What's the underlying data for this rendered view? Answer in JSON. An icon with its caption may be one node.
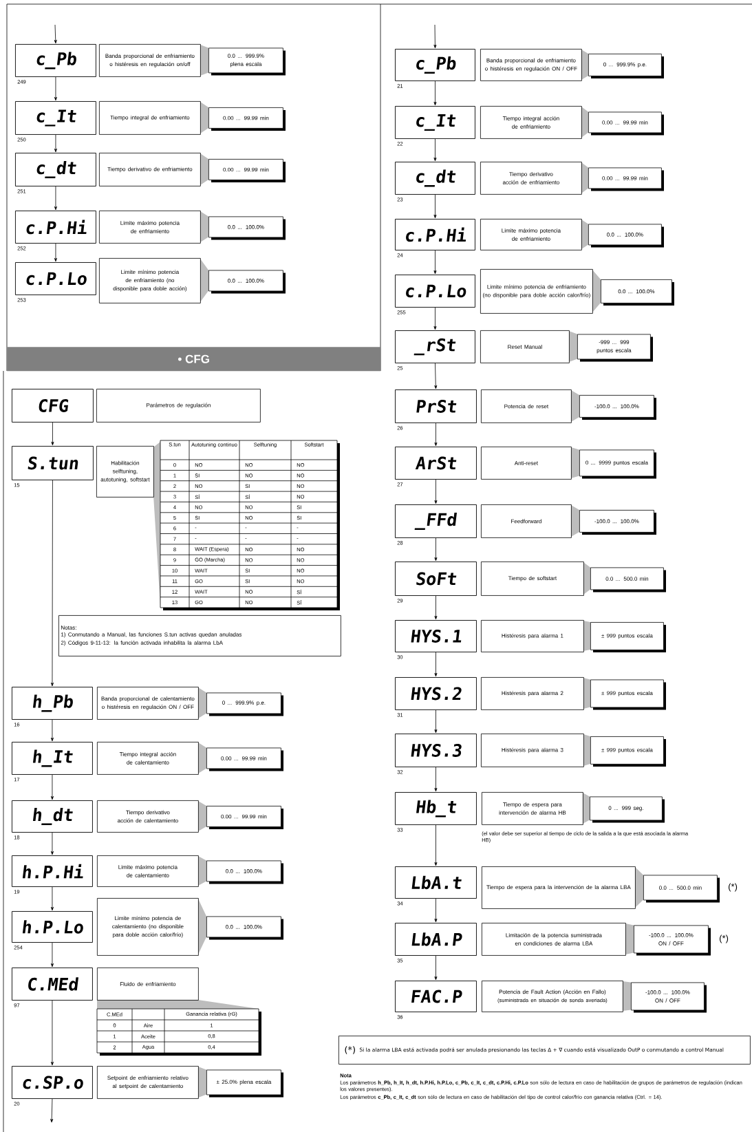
{
  "diagram": {
    "nodes": [
      {
        "text": [
          "c_Pb"
        ],
        "beside": [
          "249"
        ]
      },
      {
        "text": [
          "Banda proporcional de enfriamiento o histéresis en regulación on/off"
        ]
      },
      {
        "text": [
          "0.0 ... 999.9% plena escala"
        ]
      },
      {
        "text": [
          "c_It"
        ],
        "beside": [
          "250"
        ]
      },
      {
        "text": [
          "Tiempo integral de enfriamiento"
        ]
      },
      {
        "text": [
          "0.00 ... 99.99 min"
        ]
      },
      {
        "text": [
          "c_dt"
        ],
        "beside": [
          "251"
        ]
      },
      {
        "text": [
          "Tiempo derivativo de enfriamiento"
        ]
      },
      {
        "text": [
          "0.00 ... 99.99 min"
        ]
      },
      {
        "text": [
          "c.P.Hi"
        ],
        "beside": [
          "252"
        ]
      },
      {
        "text": [
          "Limite máximo potencia de enfriamiento"
        ]
      },
      {
        "text": [
          "0.0 ... 100.0%"
        ]
      },
      {
        "text": [
          "c.P.Lo"
        ],
        "beside": [
          "253"
        ]
      },
      {
        "text": [
          "Limite mínimo potencia de enfriamiento (no disponible para doble acción)"
        ]
      },
      {
        "text": [
          "0.0 ... 100.0%"
        ]
      },
      {
        "text": [
          "• CFG"
        ]
      },
      {
        "text": [
          "CFG"
        ]
      },
      {
        "text": [
          "Parámetros de regulación"
        ]
      },
      {
        "text": [
          "S.tun"
        ],
        "beside": [
          "15"
        ]
      },
      {
        "text": [
          "Habilitación selftuning, autotuning, softstart"
        ]
      },
      {
        "text": [
          "Notas:",
          "1) Conmutando a Manual, las funciones S.tun activas quedan anuladas",
          "2) Códigos 9-11-13: la función activada inhabilita la alarma LbA"
        ]
      },
      {
        "text": [
          "h_Pb"
        ],
        "beside": [
          "16"
        ]
      },
      {
        "text": [
          "Banda proporcional de calentamiento o histéresis en regulación ON / OFF"
        ]
      },
      {
        "text": [
          "0 ... 999.9% p.e."
        ]
      },
      {
        "text": [
          "h_It"
        ],
        "beside": [
          "17"
        ]
      },
      {
        "text": [
          "Tiempo integral acción de calentamiento"
        ]
      },
      {
        "text": [
          "0.00 ... 99.99 min"
        ]
      },
      {
        "text": [
          "h_dt"
        ],
        "beside": [
          "18"
        ]
      },
      {
        "text": [
          "Tiempo derivativo acción de calentamiento"
        ]
      },
      {
        "text": [
          "0.00 ... 99.99 min"
        ]
      },
      {
        "text": [
          "h.P.Hi"
        ],
        "beside": [
          "19"
        ]
      },
      {
        "text": [
          "Limite máximo potencia de calentamiento"
        ]
      },
      {
        "text": [
          "0.0 ... 100.0%"
        ]
      },
      {
        "text": [
          "h.P.Lo"
        ],
        "beside": [
          "254"
        ]
      },
      {
        "text": [
          "Limite mínimo potencia de calentamiento (no disponible para doble acción calor/frío)"
        ]
      },
      {
        "text": [
          "0.0 ... 100.0%"
        ]
      },
      {
        "text": [
          "C.MEd"
        ],
        "beside": [
          "97"
        ]
      },
      {
        "text": [
          "Fluido de enfriamiento"
        ]
      },
      {
        "text": [
          "c.SP.o"
        ],
        "beside": [
          "20"
        ]
      },
      {
        "text": [
          "Setpoint de enfriamiento relativo al setpoint de calentamiento"
        ]
      },
      {
        "text": [
          "± 25.0% plena escala"
        ]
      },
      {
        "text": [
          "c_Pb"
        ],
        "beside": [
          "21"
        ]
      },
      {
        "text": [
          "Banda proporcional de enfriamiento o histéresis en regulación ON / OFF"
        ]
      },
      {
        "text": [
          "0 ... 999.9% p.e."
        ]
      },
      {
        "text": [
          "c_It"
        ],
        "beside": [
          "22"
        ]
      },
      {
        "text": [
          "Tiempo integral acción de enfriamiento"
        ]
      },
      {
        "text": [
          "0.00 ... 99.99 min"
        ]
      },
      {
        "text": [
          "c_dt"
        ],
        "beside": [
          "23"
        ]
      },
      {
        "text": [
          "Tiempo derivativo acción de enfriamiento"
        ]
      },
      {
        "text": [
          "0.00 ... 99.99 min"
        ]
      },
      {
        "text": [
          "c.P.Hi"
        ],
        "beside": [
          "24"
        ]
      },
      {
        "text": [
          "Limite máximo potencia de enfriamiento"
        ]
      },
      {
        "text": [
          "0.0 ... 100.0%"
        ]
      },
      {
        "text": [
          "c.P.Lo"
        ],
        "beside": [
          "255"
        ]
      },
      {
        "text": [
          "Limite mínimo potencia de enfriamiento (no disponible para doble acción calor/frío)"
        ]
      },
      {
        "text": [
          "0.0 ... 100.0%"
        ]
      },
      {
        "text": [
          "_rSt"
        ],
        "beside": [
          "25"
        ]
      },
      {
        "text": [
          "Reset Manual"
        ]
      },
      {
        "text": [
          "-999 ... 999 puntos escala"
        ]
      },
      {
        "text": [
          "PrSt"
        ],
        "beside": [
          "26"
        ]
      },
      {
        "text": [
          "Potencia de reset"
        ]
      },
      {
        "text": [
          "-100.0 ... 100.0%"
        ]
      },
      {
        "text": [
          "ArSt"
        ],
        "beside": [
          "27"
        ]
      },
      {
        "text": [
          "Anti-reset"
        ]
      },
      {
        "text": [
          "0 ... 9999 puntos escala"
        ]
      },
      {
        "text": [
          "_FFd"
        ],
        "beside": [
          "28"
        ]
      },
      {
        "text": [
          "Feedforward"
        ]
      },
      {
        "text": [
          "-100.0 ... 100.0%"
        ]
      },
      {
        "text": [
          "SoFt"
        ],
        "beside": [
          "29"
        ]
      },
      {
        "text": [
          "Tiempo de softstart"
        ]
      },
      {
        "text": [
          "0.0 ... 500.0 min"
        ]
      },
      {
        "text": [
          "HYS.1"
        ],
        "beside": [
          "30"
        ]
      },
      {
        "text": [
          "Histéresis para alarma 1"
        ]
      },
      {
        "text": [
          "± 999 puntos escala"
        ]
      },
      {
        "text": [
          "HYS.2"
        ],
        "beside": [
          "31"
        ]
      },
      {
        "text": [
          "Histéresis para alarma 2"
        ]
      },
      {
        "text": [
          "± 999 puntos escala"
        ]
      },
      {
        "text": [
          "HYS.3"
        ],
        "beside": [
          "32"
        ]
      },
      {
        "text": [
          "Histéresis para alarma 3"
        ]
      },
      {
        "text": [
          "± 999 puntos escala"
        ]
      },
      {
        "text": [
          "Hb_t"
        ],
        "beside": [
          "33"
        ]
      },
      {
        "text": [
          "Tiempo de espera para intervención de alarma HB"
        ],
        "beside": [
          "(el valor debe ser superior al tiempo de ciclo de la salida a la que está asociada la alarma HB)"
        ]
      },
      {
        "text": [
          "0 ... 999 seg."
        ]
      },
      {
        "text": [
          "LbA.t"
        ],
        "beside": [
          "34"
        ]
      },
      {
        "text": [
          "Tiempo de espera para la intervención de la alarma LBA"
        ]
      },
      {
        "text": [
          "0.0 ... 500.0 min"
        ],
        "beside": [
          "(*)"
        ]
      },
      {
        "text": [
          "LbA.P"
        ],
        "beside": [
          "35"
        ]
      },
      {
        "text": [
          "Limitación de la potencia suministrada en condiciones de alarma LBA"
        ]
      },
      {
        "text": [
          "-100.0 ... 100.0% ON / OFF"
        ],
        "beside": [
          "(*)"
        ]
      },
      {
        "text": [
          "FAC.P"
        ],
        "beside": [
          "36"
        ]
      },
      {
        "text": [
          "Potencia de Fault Action (Acción en Fallo)",
          "(suministrada en situación de sonda averiada)"
        ]
      },
      {
        "text": [
          "-100.0 ... 100.0% ON / OFF"
        ]
      },
      {
        "text": [
          "(*)",
          "Si la alarma LBA está activada podrá ser anulada presionando las teclas Δ + ∇ cuando está visualizado OutP o conmutando a control Manual"
        ]
      }
    ],
    "edges": [
      {
        "from": null,
        "to": 0,
        "arrow": "to"
      },
      {
        "from": 0,
        "to": 3,
        "arrow": "to"
      },
      {
        "from": 3,
        "to": 6,
        "arrow": "to"
      },
      {
        "from": 6,
        "to": 9,
        "arrow": "to"
      },
      {
        "from": 9,
        "to": 12,
        "arrow": "to"
      },
      {
        "from": 16,
        "to": 18,
        "arrow": "to"
      },
      {
        "from": 18,
        "to": 21,
        "arrow": "to"
      },
      {
        "from": 21,
        "to": 24,
        "arrow": "to"
      },
      {
        "from": 24,
        "to": 27,
        "arrow": "to"
      },
      {
        "from": 27,
        "to": 30,
        "arrow": "to"
      },
      {
        "from": 30,
        "to": 33,
        "arrow": "to"
      },
      {
        "from": 33,
        "to": 36,
        "arrow": "to"
      },
      {
        "from": 36,
        "to": 38,
        "arrow": "to"
      },
      {
        "from": 38,
        "to": null,
        "arrow": "to"
      },
      {
        "from": null,
        "to": 41,
        "arrow": "to"
      },
      {
        "from": 41,
        "to": 44,
        "arrow": "to"
      },
      {
        "from": 44,
        "to": 47,
        "arrow": "to"
      },
      {
        "from": 47,
        "to": 50,
        "arrow": "to"
      },
      {
        "from": 50,
        "to": 53,
        "arrow": "to"
      },
      {
        "from": 53,
        "to": 56,
        "arrow": "to"
      },
      {
        "from": 56,
        "to": 59,
        "arrow": "to"
      },
      {
        "from": 59,
        "to": 62,
        "arrow": "to"
      },
      {
        "from": 62,
        "to": 65,
        "arrow": "to"
      },
      {
        "from": 65,
        "to": 68,
        "arrow": "to"
      },
      {
        "from": 68,
        "to": 71,
        "arrow": "to"
      },
      {
        "from": 71,
        "to": 74,
        "arrow": "to"
      },
      {
        "from": 74,
        "to": 77,
        "arrow": "to"
      },
      {
        "from": 77,
        "to": 80,
        "arrow": "to"
      },
      {
        "from": 80,
        "to": 83,
        "arrow": "to"
      },
      {
        "from": 83,
        "to": 86,
        "arrow": "to"
      },
      {
        "from": 86,
        "to": 89,
        "arrow": "to"
      }
    ],
    "labels": [
      "S.tun",
      "Autotuning continuo",
      "Selftuning",
      "Softstart",
      "0",
      "NO",
      "NO",
      "NO",
      "1",
      "SI",
      "NO",
      "NO",
      "2",
      "NO",
      "SI",
      "NO",
      "3",
      "SÍ",
      "SÍ",
      "NO",
      "4",
      "NO",
      "NO",
      "SI",
      "5",
      "SI",
      "NO",
      "SI",
      "6",
      "-",
      "-",
      "-",
      "7",
      "-",
      "-",
      "-",
      "8",
      "WAIT (Espera)",
      "NO",
      "NO",
      "9",
      "GO (Marcha)",
      "NO",
      "NO",
      "10",
      "WAIT",
      "SI",
      "NO",
      "11",
      "GO",
      "SI",
      "NO",
      "12",
      "WAIT",
      "NO",
      "SÍ",
      "13",
      "GO",
      "NO",
      "SÍ",
      "C.MEd",
      "Ganancia relativa (rG)",
      "0",
      "Aire",
      "1",
      "1",
      "Aceite",
      "0,8",
      "2",
      "Agua",
      "0,4",
      "Nota",
      "Los parámetros **h_Pb, h_It, h_dt, h.P.Hi, h.P.Lo, c_Pb, c_It, c_dt, c.P.Hi, c.P.Lo** son sólo de lectura en caso de habilitación de grupos de parámetros de regulación (indican los valores presentes).",
      "Los parámetros **c_Pb, c_It, c_dt** son sólo de lectura en caso de habilitación del tipo de control calor/frío con ganancia relativa (Ctrl. = 14)."
    ]
  }
}
